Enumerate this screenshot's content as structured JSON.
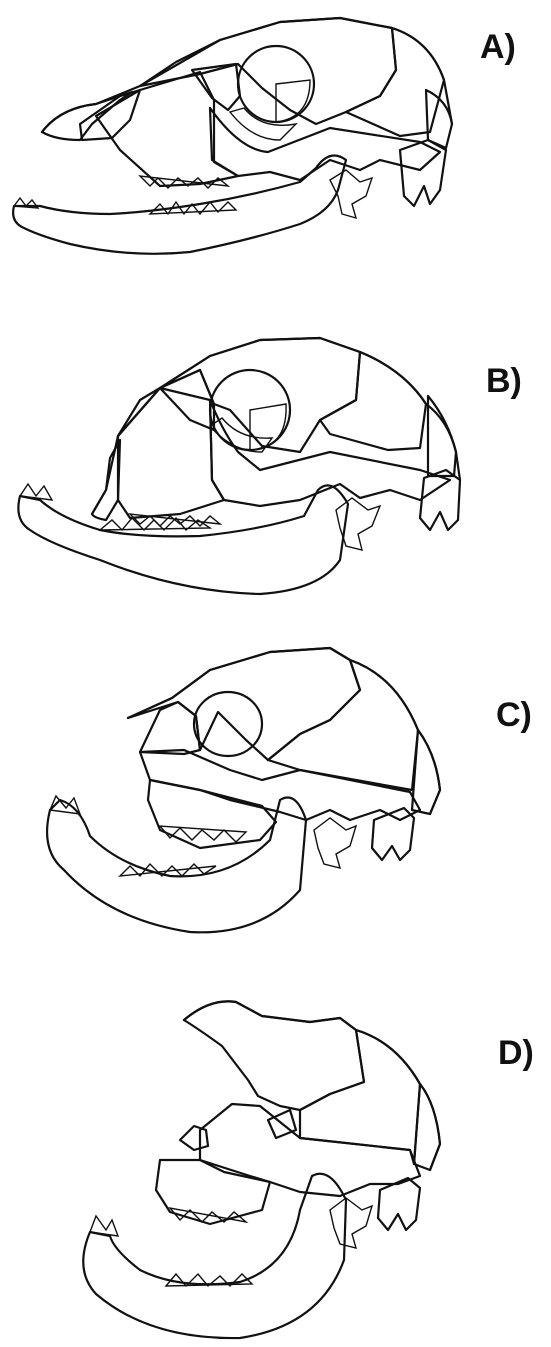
{
  "figure": {
    "panels": [
      {
        "id": "A",
        "label": "A)"
      },
      {
        "id": "B",
        "label": "B)"
      },
      {
        "id": "C",
        "label": "C)"
      },
      {
        "id": "D",
        "label": "D)"
      }
    ]
  },
  "colors": {
    "frontal_parietal": "#e8242c",
    "parietal_occipital": "#0d9be6",
    "maxilla": "#c98d90",
    "zygomatic_sphenoid": "#2d7b6a",
    "lacrimal": "#f7c01a",
    "premaxilla": "#b9db74",
    "nasal": "#f08a4b",
    "occipital": "#8a4a3a",
    "mastoid": "#8a4a82",
    "ear_process": "#a8dfb0",
    "mandible": "#dcd6c5",
    "tooth": "#ffffff",
    "outline": "#111111"
  }
}
